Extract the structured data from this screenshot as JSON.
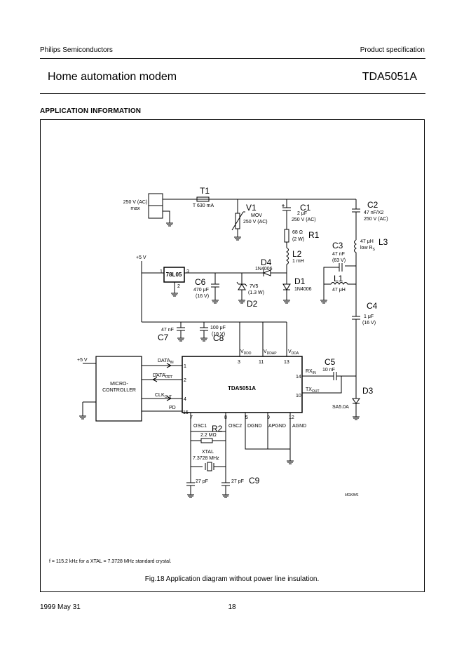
{
  "header": {
    "company": "Philips Semiconductors",
    "spec_type": "Product specification",
    "title": "Home automation modem",
    "part_number": "TDA5051A"
  },
  "section_title": "APPLICATION INFORMATION",
  "schematic": {
    "mains": {
      "line1": "250 V (AC)",
      "line2": "max"
    },
    "T1": {
      "name": "T1",
      "value": "T 630 mA"
    },
    "V1": {
      "name": "V1",
      "type": "MOV",
      "value": "250 V (AC)"
    },
    "C1": {
      "name": "C1",
      "value": "2 μF",
      "rating": "250 V (AC)"
    },
    "R1": {
      "name": "R1",
      "value": "68 Ω",
      "rating": "(2 W)"
    },
    "L2": {
      "name": "L2",
      "value": "1 mH"
    },
    "D1": {
      "name": "D1",
      "part": "1N4006"
    },
    "D4": {
      "name": "D4",
      "part": "1N4006"
    },
    "C2": {
      "name": "C2",
      "value": "47 nF/X2",
      "rating": "250 V (AC)"
    },
    "L3": {
      "name": "L3",
      "value": "47 μH",
      "note": "low R",
      "note_sub": "S"
    },
    "C3": {
      "name": "C3",
      "value": "47 nF",
      "rating": "(63 V)"
    },
    "L1": {
      "name": "L1",
      "value": "47 μH"
    },
    "C4": {
      "name": "C4",
      "value": "1 μF",
      "rating": "(16 V)"
    },
    "C5": {
      "name": "C5",
      "value": "10 nF"
    },
    "D3": {
      "name": "D3",
      "part": "SA5.0A"
    },
    "reg": {
      "name": "78L05",
      "pin1": "1",
      "pin2": "2",
      "pin3": "3"
    },
    "C6": {
      "name": "C6",
      "value": "470 μF",
      "rating": "(16 V)"
    },
    "D2": {
      "name": "D2",
      "value": "7V5",
      "rating": "(1.3 W)"
    },
    "supply": "+5 V",
    "C7": {
      "name": "C7",
      "value": "47 nF"
    },
    "C8": {
      "name": "C8",
      "value": "100 μF",
      "rating": "(16 V)"
    },
    "mcu": {
      "line1": "MICRO-",
      "line2": "CONTROLLER"
    },
    "ic": {
      "name": "TDA5051A",
      "vddd": "V",
      "vddd_sub": "DDD",
      "vddap": "V",
      "vddap_sub": "DDAP",
      "vdda": "V",
      "vdda_sub": "DDA",
      "data_in": "DATA",
      "data_in_sub": "IN",
      "data_out": "DATA",
      "data_out_sub": "OUT",
      "clk_out": "CLK",
      "clk_out_sub": "OUT",
      "pd": "PD",
      "rx_in": "RX",
      "rx_in_sub": "IN",
      "tx_out": "TX",
      "tx_out_sub": "OUT",
      "osc1": "OSC1",
      "osc2": "OSC2",
      "dgnd": "DGND",
      "apgnd": "APGND",
      "agnd": "AGND",
      "pins": {
        "p3": "3",
        "p11": "11",
        "p13": "13",
        "p1": "1",
        "p2": "2",
        "p4": "4",
        "p15": "15",
        "p14": "14",
        "p10": "10",
        "p7": "7",
        "p8": "8",
        "p5": "5",
        "p9": "9",
        "p12": "12"
      }
    },
    "R2": {
      "name": "R2",
      "value": "2.2 MΩ"
    },
    "xtal": {
      "name": "XTAL",
      "value": "7.3728 MHz"
    },
    "C10": {
      "value": "27 pF"
    },
    "C9": {
      "name": "C9",
      "value": "27 pF"
    },
    "code": "MGK841"
  },
  "footnote": "f = 115.2 kHz for a XTAL = 7.3728 MHz standard crystal.",
  "figure_caption": "Fig.18  Application diagram without power line insulation.",
  "footer": {
    "date": "1999 May 31",
    "page": "18"
  }
}
